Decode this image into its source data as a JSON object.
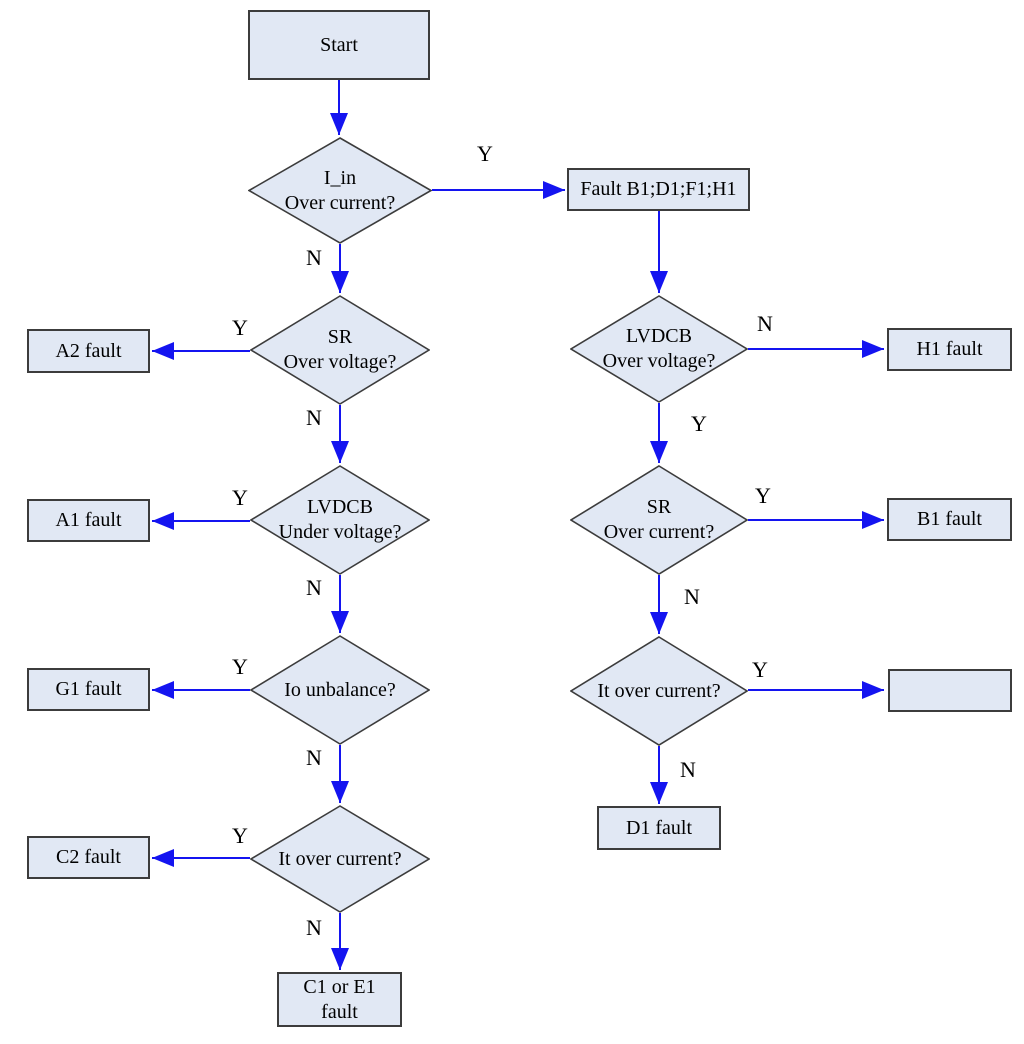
{
  "colors": {
    "node_fill": "#e1e8f4",
    "node_border": "#3c3c3c",
    "arrow": "#1414f0",
    "text": "#000000",
    "background": "#ffffff"
  },
  "labels": {
    "yes": "Y",
    "no": "N"
  },
  "nodes": {
    "start": {
      "text": "Start"
    },
    "iin_over_current": {
      "line1": "I_in",
      "line2": "Over current?"
    },
    "fault_b1d1f1h1": {
      "text": "Fault B1;D1;F1;H1"
    },
    "sr_over_voltage": {
      "line1": "SR",
      "line2": "Over voltage?"
    },
    "a2_fault": {
      "text": "A2 fault"
    },
    "lvdcb_under_voltage": {
      "line1": "LVDCB",
      "line2": "Under voltage?"
    },
    "a1_fault": {
      "text": "A1 fault"
    },
    "io_unbalance": {
      "line1": "Io unbalance?",
      "line2": ""
    },
    "g1_fault": {
      "text": "G1 fault"
    },
    "it_over_current_left": {
      "line1": "It over current?",
      "line2": ""
    },
    "c2_fault": {
      "text": "C2 fault"
    },
    "c1_or_e1_fault": {
      "line1": "C1 or E1",
      "line2": "fault"
    },
    "lvdcb_over_voltage": {
      "line1": "LVDCB",
      "line2": "Over voltage?"
    },
    "h1_fault": {
      "text": "H1 fault"
    },
    "sr_over_current": {
      "line1": "SR",
      "line2": "Over current?"
    },
    "b1_fault": {
      "text": "B1 fault"
    },
    "it_over_current_right": {
      "line1": "It over current?",
      "line2": ""
    },
    "d1_fault": {
      "text": "D1 fault"
    }
  }
}
